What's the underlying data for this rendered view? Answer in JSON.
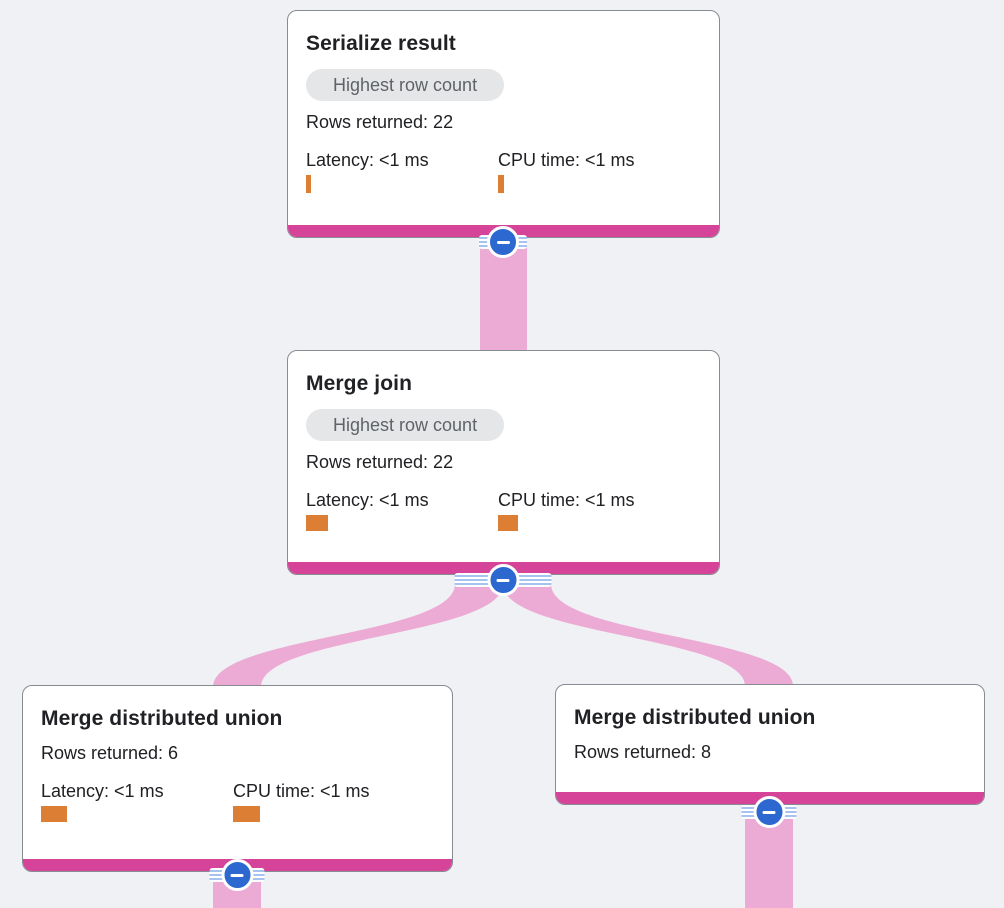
{
  "nodes": [
    {
      "id": "serialize-result",
      "title": "Serialize result",
      "badge": "Highest row count",
      "rows_returned": "Rows returned: 22",
      "rows_returned_value": 22,
      "latency": "Latency: <1 ms",
      "cpu_time": "CPU time: <1 ms",
      "latency_bar_style": "width:5px;height:18px",
      "cpu_bar_style": "width:6px;height:18px"
    },
    {
      "id": "merge-join",
      "title": "Merge join",
      "badge": "Highest row count",
      "rows_returned": "Rows returned: 22",
      "rows_returned_value": 22,
      "latency": "Latency: <1 ms",
      "cpu_time": "CPU time: <1 ms",
      "latency_bar_style": "width:22px;height:16px",
      "cpu_bar_style": "width:20px;height:16px"
    },
    {
      "id": "merge-distributed-union-left",
      "title": "Merge distributed union",
      "badge": null,
      "rows_returned": "Rows returned: 6",
      "rows_returned_value": 6,
      "latency": "Latency: <1 ms",
      "cpu_time": "CPU time: <1 ms",
      "latency_bar_style": "width:26px;height:16px",
      "cpu_bar_style": "width:27px;height:16px"
    },
    {
      "id": "merge-distributed-union-right",
      "title": "Merge distributed union",
      "badge": null,
      "rows_returned": "Rows returned: 8",
      "rows_returned_value": 8
    }
  ],
  "links": [
    {
      "from": "merge-join",
      "to": "serialize-result"
    },
    {
      "from": "merge-distributed-union-left",
      "to": "merge-join"
    },
    {
      "from": "merge-distributed-union-right",
      "to": "merge-join"
    }
  ],
  "connector_glyph": "minus",
  "colors": {
    "background": "#f0f1f4",
    "card_border": "#878c92",
    "accent_bar": "#d6449a",
    "link": "#ecabd4",
    "metric_bar": "#dd7e35",
    "collapse_button": "#2d68d0",
    "collapse_stripes": "#a6c2f0",
    "badge_background": "#e5e6e8",
    "badge_text": "#5f6368",
    "text": "#202124"
  }
}
